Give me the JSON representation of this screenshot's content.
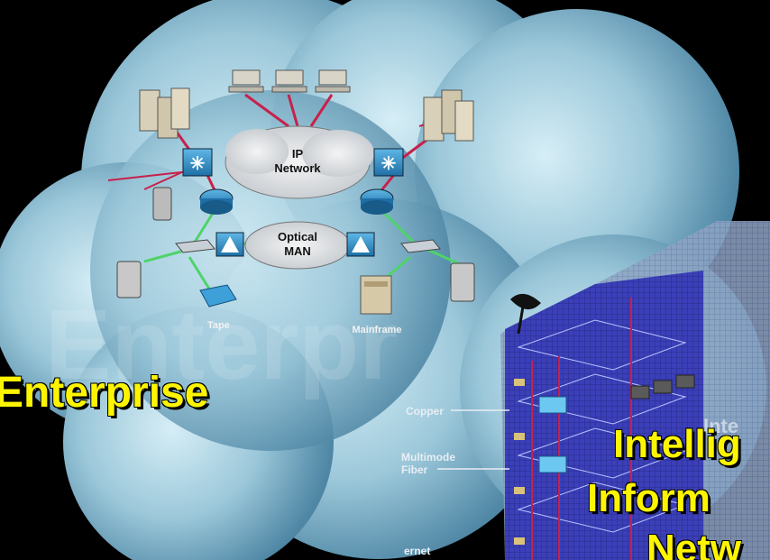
{
  "labels": {
    "ip_network": [
      "IP",
      "Network"
    ],
    "optical_man": [
      "Optical",
      "MAN"
    ],
    "tape": "Tape",
    "mainframe": "Mainframe",
    "copper": "Copper",
    "multimode_fiber": [
      "Multimode",
      "Fiber"
    ],
    "ethernet_partial": "ernet"
  },
  "headline": {
    "enterprise": "Enterprise",
    "intelligent_lines": [
      "Intellig",
      "Inform",
      "Netw"
    ]
  },
  "watermark": {
    "left": "Enterpr",
    "right": "Inte"
  },
  "colors": {
    "headline": "#fdf500",
    "cloud": "#7fb4cc",
    "link_red": "#c8204a",
    "link_green": "#4fd36a",
    "tower": "#3a3ec4"
  }
}
